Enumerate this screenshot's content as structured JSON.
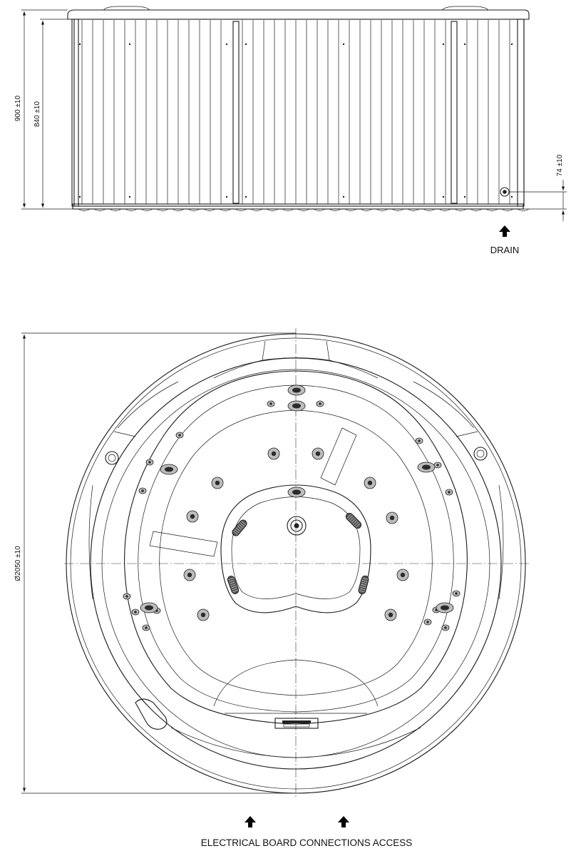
{
  "dimensions": {
    "overall_height": "900 ±10",
    "body_height": "840 ±10",
    "drain_height": "74 ±10",
    "diameter": "Ø2050 ±10"
  },
  "labels": {
    "drain": "DRAIN",
    "electrical_access": "ELECTRICAL BOARD CONNECTIONS ACCESS"
  }
}
